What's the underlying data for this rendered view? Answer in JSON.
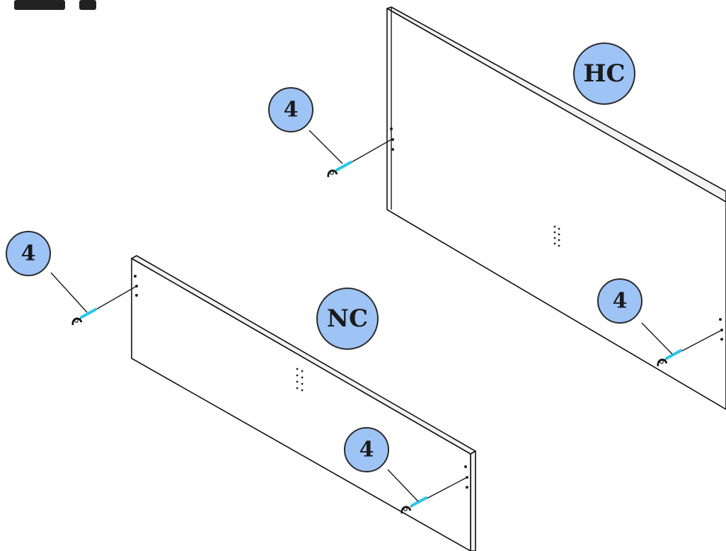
{
  "colors": {
    "badge_fill": "#9ec3f5",
    "badge_stroke": "#2b2b2b",
    "dowel": "#29c4e8",
    "line": "#111111"
  },
  "panels": [
    {
      "id": "hc",
      "label": "HC"
    },
    {
      "id": "nc",
      "label": "NC"
    }
  ],
  "fasteners": [
    {
      "id": "hc-left",
      "quantity": "4"
    },
    {
      "id": "hc-right",
      "quantity": "4"
    },
    {
      "id": "nc-left",
      "quantity": "4"
    },
    {
      "id": "nc-right",
      "quantity": "4"
    }
  ]
}
